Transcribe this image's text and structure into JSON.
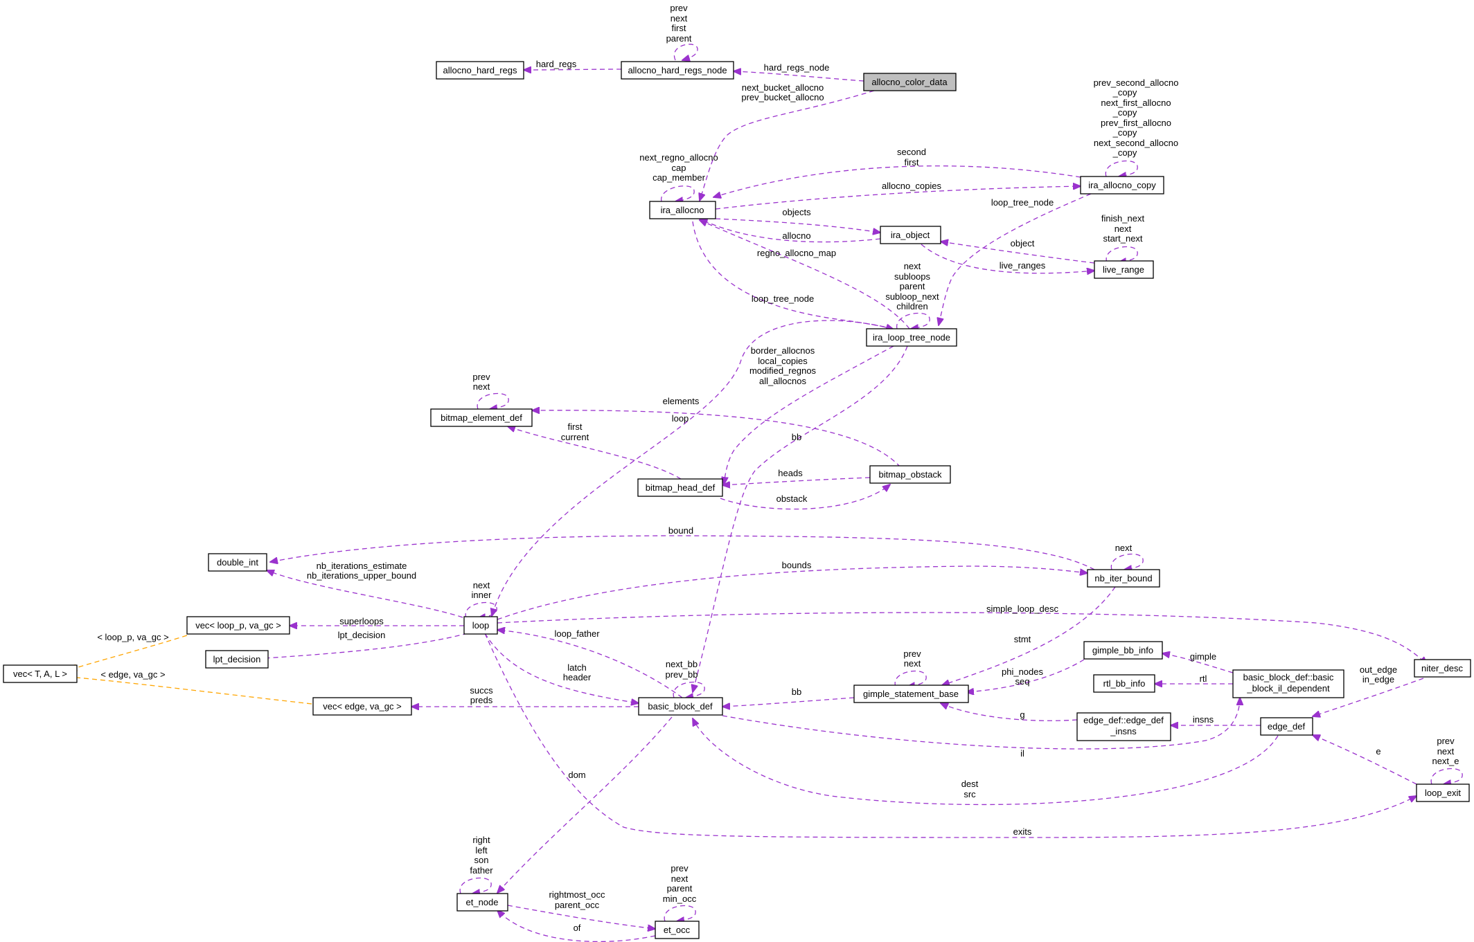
{
  "nodes": {
    "allocno_hard_regs": "allocno_hard_regs",
    "allocno_hard_regs_node": "allocno_hard_regs_node",
    "allocno_color_data": "allocno_color_data",
    "ira_allocno": "ira_allocno",
    "ira_allocno_copy": "ira_allocno_copy",
    "ira_object": "ira_object",
    "live_range": "live_range",
    "ira_loop_tree_node": "ira_loop_tree_node",
    "bitmap_element_def": "bitmap_element_def",
    "bitmap_head_def": "bitmap_head_def",
    "bitmap_obstack": "bitmap_obstack",
    "double_int": "double_int",
    "nb_iter_bound": "nb_iter_bound",
    "vec_loop_p": "vec< loop_p, va_gc >",
    "loop": "loop",
    "vec_TAL": "vec< T, A, L >",
    "lpt_decision": "lpt_decision",
    "vec_edge": "vec< edge, va_gc >",
    "basic_block_def": "basic_block_def",
    "gimple_statement_base": "gimple_statement_base",
    "gimple_bb_info": "gimple_bb_info",
    "rtl_bb_info": "rtl_bb_info",
    "bb_il_dependent_1": "basic_block_def::basic",
    "bb_il_dependent_2": "_block_il_dependent",
    "niter_desc": "niter_desc",
    "edge_def_insns_1": "edge_def::edge_def",
    "edge_def_insns_2": "_insns",
    "edge_def": "edge_def",
    "loop_exit": "loop_exit",
    "et_node": "et_node",
    "et_occ": "et_occ"
  },
  "edge_labels": {
    "hard_regs": "hard_regs",
    "ahrn_self": [
      "prev",
      "next",
      "first",
      "parent"
    ],
    "hard_regs_node": "hard_regs_node",
    "bucket": [
      "next_bucket_allocno",
      "prev_bucket_allocno"
    ],
    "allocno_self": [
      "next_regno_allocno",
      "cap",
      "cap_member"
    ],
    "second_first": [
      "second",
      "first"
    ],
    "allocno_copies": "allocno_copies",
    "copy_self": [
      "prev_second_allocno",
      "_copy",
      "next_first_allocno",
      "_copy",
      "prev_first_allocno",
      "_copy",
      "next_second_allocno",
      "_copy"
    ],
    "loop_tree_node_copy": "loop_tree_node",
    "objects": "objects",
    "allocno": "allocno",
    "range_self": [
      "finish_next",
      "next",
      "start_next"
    ],
    "object": "object",
    "live_ranges": "live_ranges",
    "regno_allocno_map": "regno_allocno_map",
    "ltn_self": [
      "next",
      "subloops",
      "parent",
      "subloop_next",
      "children"
    ],
    "loop_tree_node": "loop_tree_node",
    "bitmaps": [
      "border_allocnos",
      "local_copies",
      "modified_regnos",
      "all_allocnos"
    ],
    "loop": "loop",
    "bee_self": [
      "prev",
      "next"
    ],
    "elements": "elements",
    "first_current": [
      "first",
      "current"
    ],
    "bb": "bb",
    "heads": "heads",
    "obstack": "obstack",
    "bound": "bound",
    "nib_self": "next",
    "nb_iter": [
      "nb_iterations_estimate",
      "nb_iterations_upper_bound"
    ],
    "bounds": "bounds",
    "loop_self": [
      "next",
      "inner"
    ],
    "superloops": "superloops",
    "simple_loop_desc": "simple_loop_desc",
    "loop_p_tmpl": "< loop_p, va_gc >",
    "lpt_decision": "lpt_decision",
    "loop_father": "loop_father",
    "stmt": "stmt",
    "edge_tmpl": "< edge, va_gc >",
    "bb_self": [
      "next_bb",
      "prev_bb"
    ],
    "gsb_self": [
      "prev",
      "next"
    ],
    "latch_header": [
      "latch",
      "header"
    ],
    "gimple": "gimple",
    "out_in_edge": [
      "out_edge",
      "in_edge"
    ],
    "phi_seq": [
      "phi_nodes",
      "seq"
    ],
    "rtl": "rtl",
    "succs_preds": [
      "succs",
      "preds"
    ],
    "bb2": "bb",
    "insns": "insns",
    "g": "g",
    "exit_self": [
      "prev",
      "next",
      "next_e"
    ],
    "e": "e",
    "il": "il",
    "dom": "dom",
    "dest_src": [
      "dest",
      "src"
    ],
    "exits": "exits",
    "et_self": [
      "right",
      "left",
      "son",
      "father"
    ],
    "occ_self": [
      "prev",
      "next",
      "parent",
      "min_occ"
    ],
    "occ": [
      "rightmost_occ",
      "parent_occ"
    ],
    "of": "of"
  },
  "colors": {
    "edge": "#9a32cd",
    "template_edge": "#ffa500",
    "focus_fill": "#bfbfbf"
  }
}
